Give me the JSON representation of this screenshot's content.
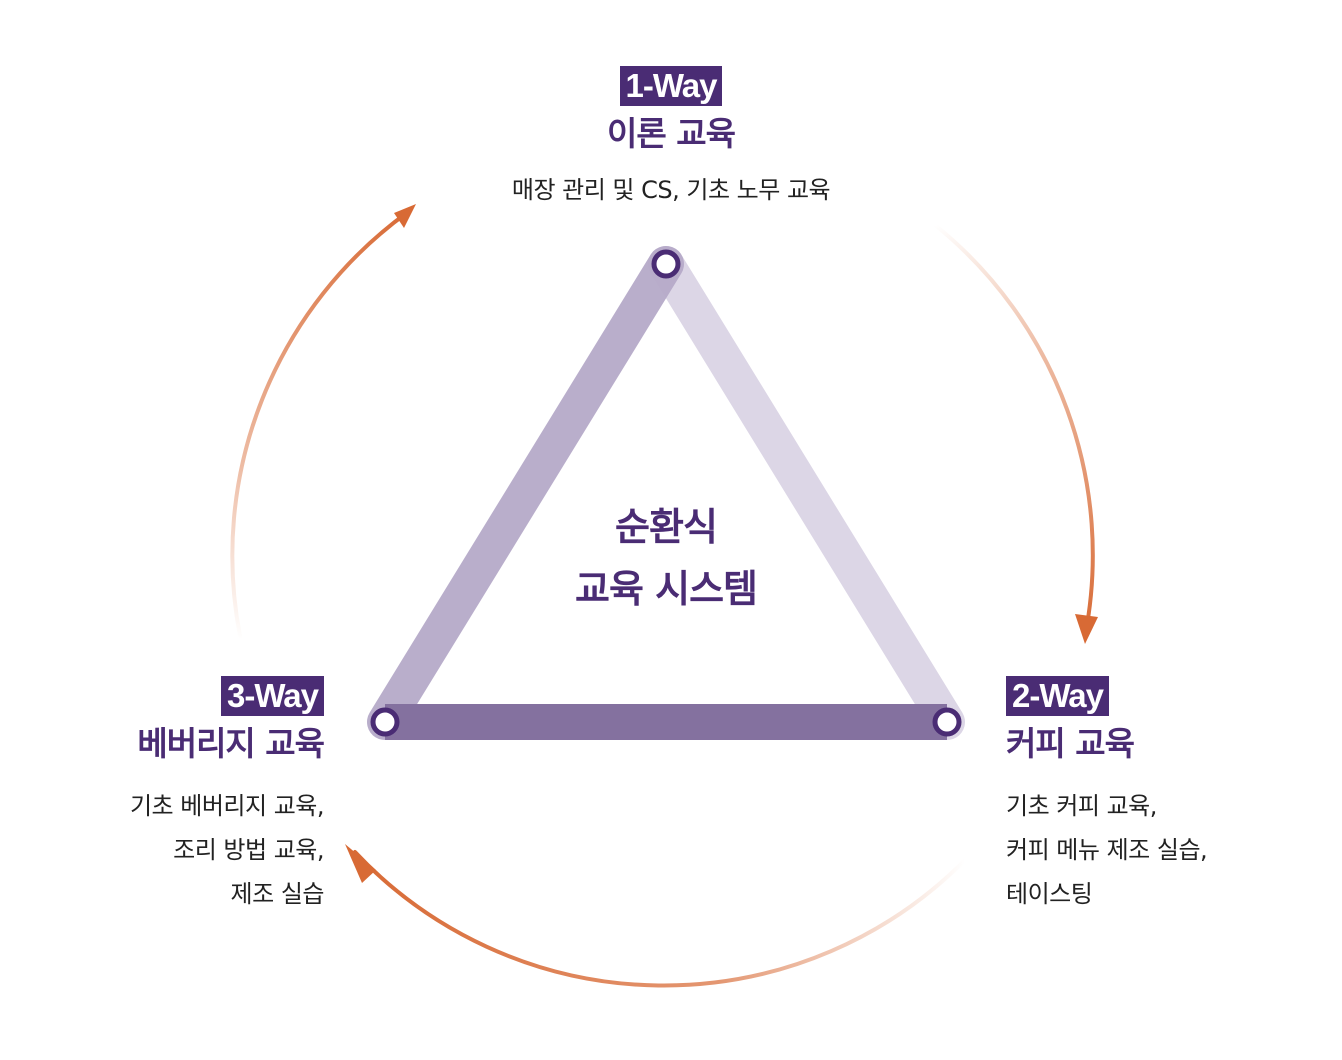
{
  "center": {
    "line1": "순환식",
    "line2": "교육 시스템"
  },
  "stages": {
    "top": {
      "badge": "1-Way",
      "title": "이론 교육",
      "desc_lines": [
        "매장 관리 및 CS, 기초 노무 교육"
      ]
    },
    "right": {
      "badge": "2-Way",
      "title": "커피 교육",
      "desc_lines": [
        "기초 커피 교육,",
        "커피 메뉴 제조 실습,",
        "테이스팅"
      ]
    },
    "left": {
      "badge": "3-Way",
      "title": "베버리지 교육",
      "desc_lines": [
        "기초 베버리지 교육,",
        "조리 방법 교육,",
        "제조 실습"
      ]
    }
  },
  "colors": {
    "brand_purple": "#4a2c74",
    "triangle_left_edge": "#b5aac8",
    "triangle_right_edge": "#dcd6e6",
    "triangle_bottom_edge": "#84719f",
    "arrow_orange": "#d86a35"
  }
}
